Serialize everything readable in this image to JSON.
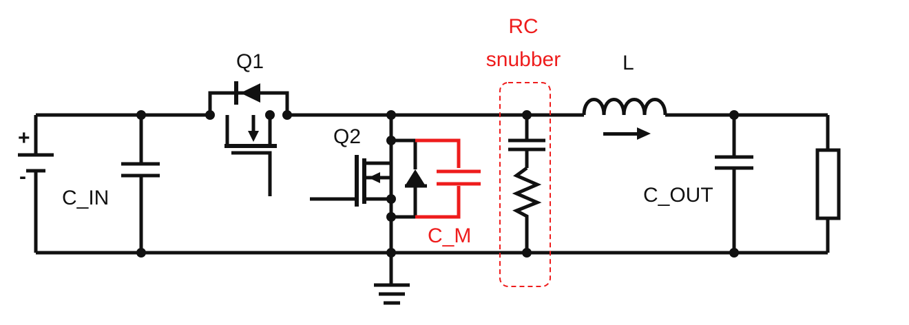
{
  "labels": {
    "q1": "Q1",
    "q2": "Q2",
    "c_in": "C_IN",
    "c_out": "C_OUT",
    "c_m": "C_M",
    "l": "L",
    "rc_line1": "RC",
    "rc_line2": "snubber",
    "plus": "+",
    "minus": "-"
  },
  "colors": {
    "wire": "#111111",
    "highlight": "#ee1c1c"
  }
}
